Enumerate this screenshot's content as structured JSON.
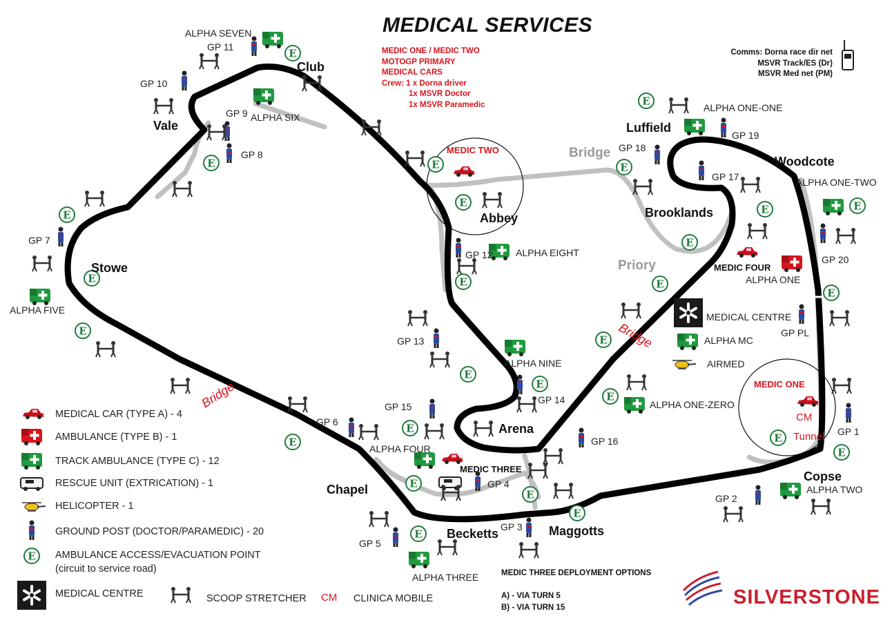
{
  "title": "MEDICAL SERVICES",
  "medic_info": {
    "lines": [
      "MEDIC ONE / MEDIC TWO",
      "MOTOGP PRIMARY",
      "MEDICAL CARS",
      "Crew: 1 x Dorna driver",
      "1x MSVR Doctor",
      "1x MSVR Paramedic"
    ]
  },
  "comms": {
    "lines": [
      "Comms: Dorna race dir net",
      "MSVR Track/ES (Dr)",
      "MSVR Med net (PM)"
    ]
  },
  "corners": {
    "club": "Club",
    "vale": "Vale",
    "stowe": "Stowe",
    "abbey": "Abbey",
    "luffield": "Luffield",
    "woodcote": "Woodcote",
    "brooklands": "Brooklands",
    "arena": "Arena",
    "chapel": "Chapel",
    "becketts": "Becketts",
    "maggotts": "Maggotts",
    "copse": "Copse"
  },
  "grey_labels": {
    "bridge_top": "Bridge",
    "priory": "Priory"
  },
  "bridges": {
    "bridge_mid": "Bridge",
    "bridge_left": "Bridge"
  },
  "ground_posts": {
    "gp1": "GP 1",
    "gp2": "GP 2",
    "gp3": "GP 3",
    "gp4": "GP 4",
    "gp5": "GP 5",
    "gp6": "GP 6",
    "gp7": "GP 7",
    "gp8": "GP 8",
    "gp9": "GP 9",
    "gp10": "GP 10",
    "gp11": "GP 11",
    "gp12": "GP 12",
    "gp13": "GP 13",
    "gp14": "GP 14",
    "gp15": "GP 15",
    "gp16": "GP 16",
    "gp17": "GP 17",
    "gp18": "GP 18",
    "gp19": "GP 19",
    "gp20": "GP 20",
    "gppl": "GP PL"
  },
  "units": {
    "alpha_one": "ALPHA ONE",
    "alpha_two": "ALPHA TWO",
    "alpha_three": "ALPHA THREE",
    "alpha_four": "ALPHA FOUR",
    "alpha_five": "ALPHA FIVE",
    "alpha_six": "ALPHA SIX",
    "alpha_seven": "ALPHA SEVEN",
    "alpha_eight": "ALPHA EIGHT",
    "alpha_nine": "ALPHA NINE",
    "alpha_one_zero": "ALPHA ONE-ZERO",
    "alpha_one_one": "ALPHA ONE-ONE",
    "alpha_one_two": "ALPHA ONE-TWO",
    "alpha_mc": "ALPHA MC",
    "airmed": "AIRMED",
    "medical_centre": "MEDICAL CENTRE"
  },
  "medics": {
    "medic_one": "MEDIC ONE",
    "medic_two": "MEDIC TWO",
    "medic_three": "MEDIC THREE",
    "medic_four": "MEDIC FOUR",
    "cm": "CM",
    "tunnel": "Tunnel"
  },
  "legend": [
    {
      "icon": "medical-car-icon",
      "label": "MEDICAL CAR (TYPE A) - 4"
    },
    {
      "icon": "ambulance-icon",
      "label": "AMBULANCE     (TYPE B) - 1"
    },
    {
      "icon": "track-ambulance-icon",
      "label": "TRACK AMBULANCE (TYPE C) - 12"
    },
    {
      "icon": "rescue-unit-icon",
      "label": "RESCUE UNIT (EXTRICATION) - 1"
    },
    {
      "icon": "helicopter-icon",
      "label": "HELICOPTER - 1"
    },
    {
      "icon": "ground-post-icon",
      "label": "GROUND POST (DOCTOR/PARAMEDIC) - 20"
    },
    {
      "icon": "evacuation-point-icon",
      "label": "AMBULANCE ACCESS/EVACUATION POINT",
      "label2": "(circuit to service road)"
    }
  ],
  "legend_bottom": {
    "medical_centre": "MEDICAL CENTRE",
    "scoop_stretcher": "SCOOP STRETCHER",
    "cm": "CM",
    "clinica_mobile": "CLINICA MOBILE"
  },
  "deployment": {
    "title": "MEDIC THREE  DEPLOYMENT OPTIONS",
    "option_a": "A) - VIA TURN 5",
    "option_b": "B) -  VIA TURN 15"
  },
  "brand": "SILVERSTONE",
  "evac_letter": "E",
  "colors": {
    "track": "#000000",
    "service_road": "#c0c0c0",
    "ambulance_green": "#1f9a3e",
    "medic_red": "#d8141c",
    "gp_blue": "#2b4aa0"
  }
}
